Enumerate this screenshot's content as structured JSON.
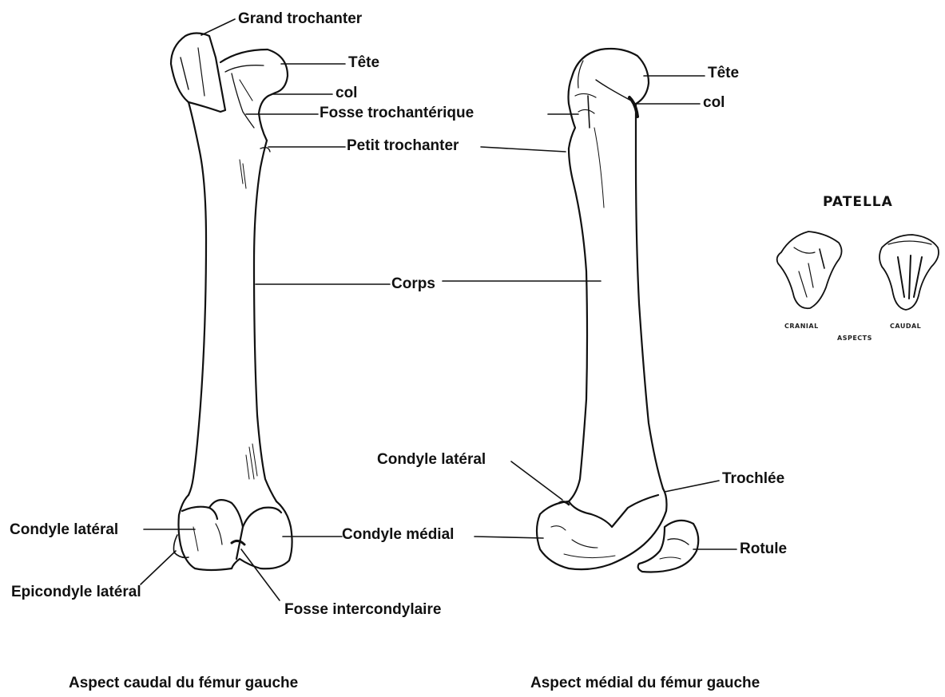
{
  "caudal_view": {
    "labels": {
      "grand_trochanter": "Grand trochanter",
      "tete": "Tête",
      "col": "col",
      "fosse_trochanterique": "Fosse trochantérique",
      "petit_trochanter": "Petit trochanter",
      "corps": "Corps",
      "condyle_lateral": "Condyle latéral",
      "epicondyle_lateral": "Epicondyle latéral",
      "condyle_medial": "Condyle médial",
      "fosse_intercondylaire": "Fosse intercondylaire"
    },
    "caption": "Aspect caudal du fémur gauche"
  },
  "medial_view": {
    "labels": {
      "tete": "Tête",
      "col": "col",
      "condyle_lateral": "Condyle latéral",
      "trochlee": "Trochlée",
      "rotule": "Rotule"
    },
    "caption": "Aspect médial du fémur gauche"
  },
  "patella_inset": {
    "title": "PATELLA",
    "left_label": "CRANIAL",
    "right_label": "CAUDAL",
    "bottom_label": "ASPECTS"
  }
}
